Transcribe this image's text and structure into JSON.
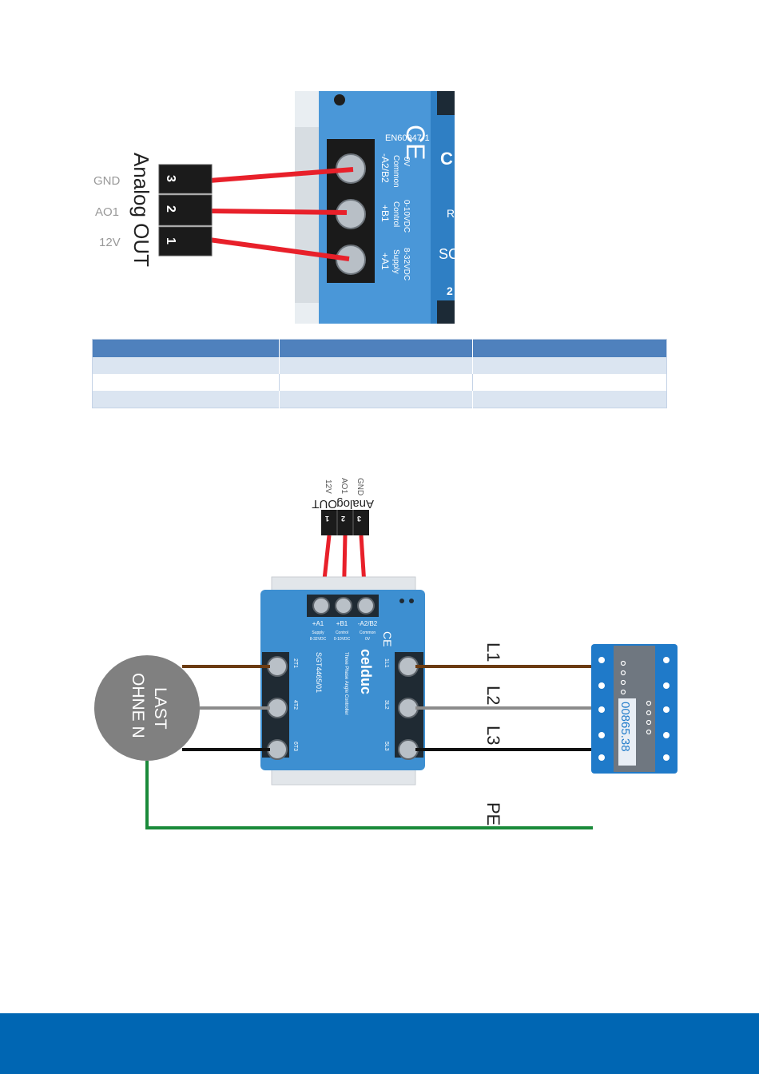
{
  "photo": {
    "connector_title": "Analog OUT",
    "pins": [
      {
        "number": "3",
        "label": "GND"
      },
      {
        "number": "2",
        "label": "AO1"
      },
      {
        "number": "1",
        "label": "12V"
      }
    ],
    "ce_mark": "CE",
    "standard": "EN60947-1",
    "terminals": [
      {
        "name": "-A2/B2",
        "line1": "Common",
        "line2": "0V"
      },
      {
        "name": "+B1",
        "line1": "Control",
        "line2": "0-10VDC"
      },
      {
        "name": "+A1",
        "line1": "Supply",
        "line2": "8-32VDC"
      }
    ],
    "edge_letters": [
      "C",
      "R",
      "SC",
      "2"
    ]
  },
  "table": {
    "rows": 4,
    "cols": 3
  },
  "diagram": {
    "connector_title": "Analog",
    "connector_sub": "OUT",
    "pins": [
      {
        "number": "1",
        "label": "12V"
      },
      {
        "number": "2",
        "label": "AO1"
      },
      {
        "number": "3",
        "label": "GND"
      }
    ],
    "load_label_1": "LAST",
    "load_label_2": "OHNE N",
    "brand": "celduc",
    "product": "Three Phase Angle Controller",
    "model": "SGT4465/01",
    "top_terminals": [
      {
        "name": "+A1",
        "sub1": "Supply",
        "sub2": "8-32VDC"
      },
      {
        "name": "+B1",
        "sub1": "Control",
        "sub2": "0-10VDC"
      },
      {
        "name": "-A2/B2",
        "sub1": "Common",
        "sub2": "0V"
      }
    ],
    "left_terminals": [
      "2T1",
      "4T2",
      "6T3"
    ],
    "right_terminals": [
      "1L1",
      "3L2",
      "5L3"
    ],
    "phases": [
      "L1",
      "L2",
      "L3"
    ],
    "earth": "PE",
    "meter_reading": "00865.38",
    "colors": {
      "module": "#3d8fd1",
      "wire_red": "#e8202a",
      "wire_l1": "#6b3b12",
      "wire_l2": "#8c8c8c",
      "wire_l3": "#111111",
      "wire_pe": "#1a8a3a",
      "load": "#808080",
      "meter": "#1f7ac9"
    }
  },
  "footer": {
    "color": "#0066b3"
  }
}
